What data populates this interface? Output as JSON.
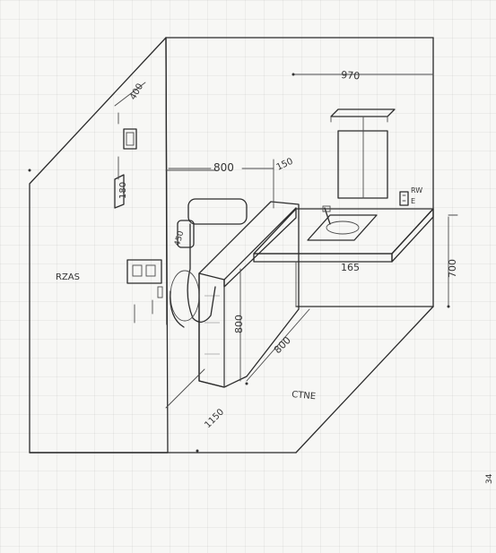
{
  "drawing": {
    "stroke_color": "#2c2c2c",
    "paper_color": "#f7f7f5"
  },
  "dimensions": {
    "mirror_width": "970",
    "counter_offset": "800",
    "mirror_gap": "150",
    "counter_height": "700",
    "counter_depth": "165",
    "partition_height": "800",
    "floor_width": "800",
    "floor_length": "1150",
    "grab_bar_left": "400",
    "grab_bar_vertical": "180",
    "toilet_height": "450"
  },
  "labels": {
    "left_wall_label": "RZAS",
    "floor_label": "CTNE",
    "outlet_label_top": "RW",
    "outlet_label_bottom": "E"
  },
  "page_mark": "34"
}
